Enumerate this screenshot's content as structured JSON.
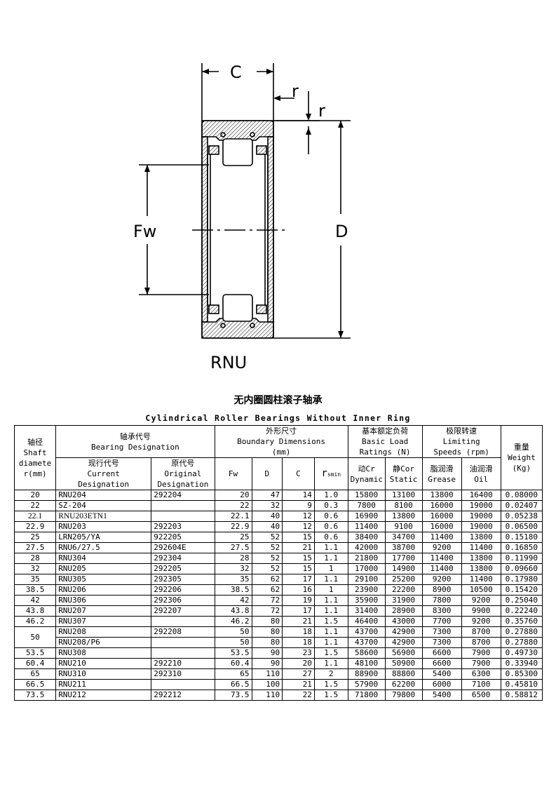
{
  "drawing": {
    "label_c": "C",
    "label_r_top": "r",
    "label_r_side": "r",
    "label_fw": "Fw",
    "label_d": "D",
    "caption": "RNU"
  },
  "title_cn": "无内圈圆柱滚子轴承",
  "title_en": "Cylindrical Roller Bearings Without Inner Ring",
  "header": {
    "shaft": "轴径\nShaft\ndiamete\nr(mm)",
    "designation": "轴承代号\nBearing Designation",
    "dimensions": "外形尺寸\nBoundary Dimensions\n(mm)",
    "load": "基本额定负荷\nBasic Load\nRatings (N)",
    "speed": "极限转速\nLimiting\nSpeeds (rpm)",
    "weight": "重量\nWeight\n(Kg)",
    "current": "现行代号\nCurrent\nDesignation",
    "original": "原代号\nOriginal\nDesignation",
    "fw": "Fw",
    "d": "D",
    "c": "C",
    "r": "r",
    "r_sub": "smin",
    "dynamic": "动Cr\nDynamic",
    "static": "静Cor\nStatic",
    "grease": "脂润滑\nGrease",
    "oil": "油润滑\nOil"
  },
  "rows": [
    {
      "shaft": "20",
      "current": "RNU204",
      "original": "292204",
      "fw": "20",
      "d": "47",
      "c": "14",
      "r": "1.0",
      "cr": "15800",
      "cor": "13100",
      "grease": "13800",
      "oil": "16400",
      "weight": "0.08000"
    },
    {
      "shaft": "22",
      "current": "SZ-204",
      "original": "",
      "fw": "22",
      "d": "32",
      "c": "9",
      "r": "0.3",
      "cr": "7800",
      "cor": "8100",
      "grease": "16000",
      "oil": "19000",
      "weight": "0.02407"
    },
    {
      "shaft": "22.1",
      "current": "RNU203ETN1",
      "original": "",
      "fw": "22.1",
      "d": "40",
      "c": "12",
      "r": "0.6",
      "cr": "16900",
      "cor": "13800",
      "grease": "16000",
      "oil": "19000",
      "weight": "0.05238",
      "serif": true
    },
    {
      "shaft": "22.9",
      "current": "RNU203",
      "original": "292203",
      "fw": "22.9",
      "d": "40",
      "c": "12",
      "r": "0.6",
      "cr": "11400",
      "cor": "9100",
      "grease": "16000",
      "oil": "19000",
      "weight": "0.06500"
    },
    {
      "shaft": "25",
      "current": "LRN205/YA",
      "original": "922205",
      "fw": "25",
      "d": "52",
      "c": "15",
      "r": "0.6",
      "cr": "38400",
      "cor": "34700",
      "grease": "11400",
      "oil": "13800",
      "weight": "0.15180"
    },
    {
      "shaft": "27.5",
      "current": "RNU6/27.5",
      "original": "292604E",
      "fw": "27.5",
      "d": "52",
      "c": "21",
      "r": "1.1",
      "cr": "42000",
      "cor": "38700",
      "grease": "9200",
      "oil": "11400",
      "weight": "0.16850"
    },
    {
      "shaft": "28",
      "current": "RNU304",
      "original": "292304",
      "fw": "28",
      "d": "52",
      "c": "15",
      "r": "1.1",
      "cr": "21800",
      "cor": "17700",
      "grease": "11400",
      "oil": "13800",
      "weight": "0.11990"
    },
    {
      "shaft": "32",
      "current": "RNU205",
      "original": "292205",
      "fw": "32",
      "d": "52",
      "c": "15",
      "r": "1",
      "cr": "17000",
      "cor": "14900",
      "grease": "11400",
      "oil": "13800",
      "weight": "0.09660"
    },
    {
      "shaft": "35",
      "current": "RNU305",
      "original": "292305",
      "fw": "35",
      "d": "62",
      "c": "17",
      "r": "1.1",
      "cr": "29100",
      "cor": "25200",
      "grease": "9200",
      "oil": "11400",
      "weight": "0.17980"
    },
    {
      "shaft": "38.5",
      "current": "RNU206",
      "original": "292206",
      "fw": "38.5",
      "d": "62",
      "c": "16",
      "r": "1",
      "cr": "23900",
      "cor": "22200",
      "grease": "8900",
      "oil": "10500",
      "weight": "0.15420"
    },
    {
      "shaft": "42",
      "current": "RNU306",
      "original": "292306",
      "fw": "42",
      "d": "72",
      "c": "19",
      "r": "1.1",
      "cr": "35900",
      "cor": "31900",
      "grease": "7800",
      "oil": "9200",
      "weight": "0.25040"
    },
    {
      "shaft": "43.8",
      "current": "RNU207",
      "original": "292207",
      "fw": "43.8",
      "d": "72",
      "c": "17",
      "r": "1.1",
      "cr": "31400",
      "cor": "28900",
      "grease": "8300",
      "oil": "9900",
      "weight": "0.22240"
    },
    {
      "shaft": "46.2",
      "current": "RNU307",
      "original": "",
      "fw": "46.2",
      "d": "80",
      "c": "21",
      "r": "1.5",
      "cr": "46400",
      "cor": "43000",
      "grease": "7700",
      "oil": "9200",
      "weight": "0.35760"
    },
    {
      "shaft": "50",
      "current": "RNU208",
      "original": "292208",
      "fw": "50",
      "d": "80",
      "c": "18",
      "r": "1.1",
      "cr": "43700",
      "cor": "42900",
      "grease": "7300",
      "oil": "8700",
      "weight": "0.27880"
    },
    {
      "shaft": "",
      "current": "RNU208/P6",
      "original": "",
      "fw": "50",
      "d": "80",
      "c": "18",
      "r": "1.1",
      "cr": "43700",
      "cor": "42900",
      "grease": "7300",
      "oil": "8700",
      "weight": "0.27880"
    },
    {
      "shaft": "53.5",
      "current": "RNU308",
      "original": "",
      "fw": "53.5",
      "d": "90",
      "c": "23",
      "r": "1.5",
      "cr": "58600",
      "cor": "56900",
      "grease": "6600",
      "oil": "7900",
      "weight": "0.49730"
    },
    {
      "shaft": "60.4",
      "current": "RNU210",
      "original": "292210",
      "fw": "60.4",
      "d": "90",
      "c": "20",
      "r": "1.1",
      "cr": "48100",
      "cor": "50900",
      "grease": "6600",
      "oil": "7900",
      "weight": "0.33940"
    },
    {
      "shaft": "65",
      "current": "RNU310",
      "original": "292310",
      "fw": "65",
      "d": "110",
      "c": "27",
      "r": "2",
      "cr": "88900",
      "cor": "88800",
      "grease": "5400",
      "oil": "6300",
      "weight": "0.85300"
    },
    {
      "shaft": "66.5",
      "current": "RNU211",
      "original": "",
      "fw": "66.5",
      "d": "100",
      "c": "21",
      "r": "1.5",
      "cr": "57900",
      "cor": "62200",
      "grease": "6000",
      "oil": "7100",
      "weight": "0.45810"
    },
    {
      "shaft": "73.5",
      "current": "RNU212",
      "original": "292212",
      "fw": "73.5",
      "d": "110",
      "c": "22",
      "r": "1.5",
      "cr": "71800",
      "cor": "79800",
      "grease": "5400",
      "oil": "6500",
      "weight": "0.58812"
    }
  ]
}
